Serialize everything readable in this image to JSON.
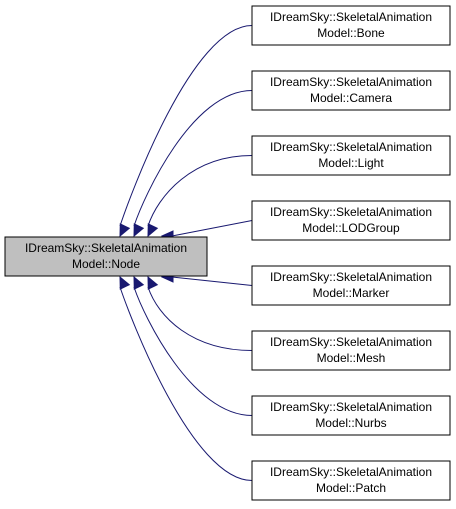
{
  "diagram": {
    "type": "class-inheritance-graph",
    "colors": {
      "base_fill": "#bfbfbf",
      "derived_fill": "#ffffff",
      "border": "#000000",
      "edge": "#191970"
    },
    "base": {
      "id": "node",
      "line1": "IDreamSky::SkeletalAnimation",
      "line2": "Model::Node"
    },
    "derived": [
      {
        "id": "bone",
        "line1": "IDreamSky::SkeletalAnimation",
        "line2": "Model::Bone"
      },
      {
        "id": "camera",
        "line1": "IDreamSky::SkeletalAnimation",
        "line2": "Model::Camera"
      },
      {
        "id": "light",
        "line1": "IDreamSky::SkeletalAnimation",
        "line2": "Model::Light"
      },
      {
        "id": "lodgroup",
        "line1": "IDreamSky::SkeletalAnimation",
        "line2": "Model::LODGroup"
      },
      {
        "id": "marker",
        "line1": "IDreamSky::SkeletalAnimation",
        "line2": "Model::Marker"
      },
      {
        "id": "mesh",
        "line1": "IDreamSky::SkeletalAnimation",
        "line2": "Model::Mesh"
      },
      {
        "id": "nurbs",
        "line1": "IDreamSky::SkeletalAnimation",
        "line2": "Model::Nurbs"
      },
      {
        "id": "patch",
        "line1": "IDreamSky::SkeletalAnimation",
        "line2": "Model::Patch"
      }
    ]
  }
}
